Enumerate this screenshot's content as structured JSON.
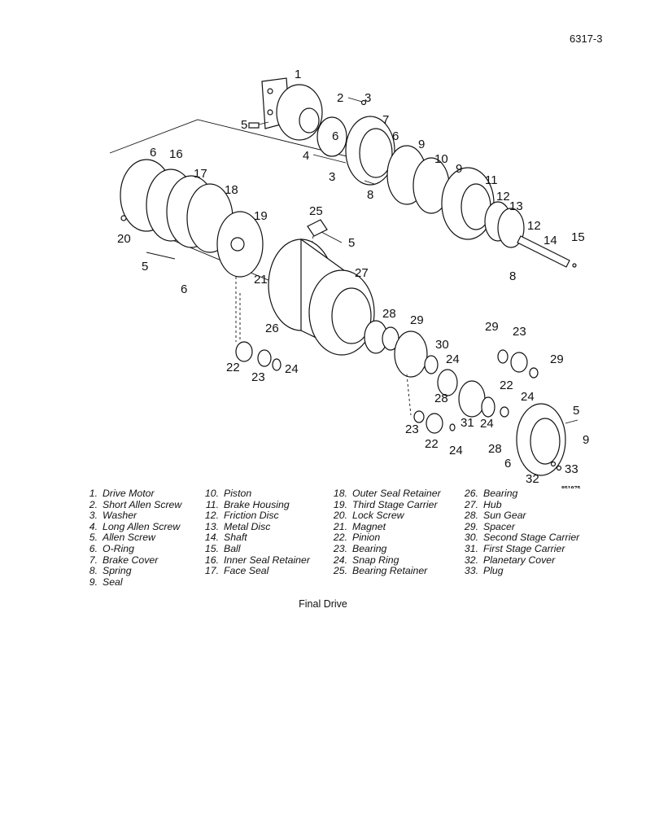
{
  "page_number": "6317-3",
  "figure_code": "851975",
  "caption": "Final Drive",
  "callouts": [
    "1",
    "2",
    "3",
    "5",
    "6",
    "7",
    "6",
    "4",
    "3",
    "8",
    "9",
    "10",
    "9",
    "11",
    "12",
    "13",
    "12",
    "14",
    "15",
    "8",
    "6",
    "16",
    "17",
    "18",
    "19",
    "20",
    "5",
    "6",
    "21",
    "25",
    "5",
    "27",
    "26",
    "28",
    "29",
    "30",
    "22",
    "23",
    "24",
    "24",
    "28",
    "29",
    "23",
    "29",
    "22",
    "24",
    "31",
    "24",
    "5",
    "23",
    "22",
    "24",
    "28",
    "9",
    "6",
    "33",
    "32"
  ],
  "legend": {
    "col1": [
      {
        "num": "1.",
        "label": "Drive Motor"
      },
      {
        "num": "2.",
        "label": "Short Allen Screw"
      },
      {
        "num": "3.",
        "label": "Washer"
      },
      {
        "num": "4.",
        "label": "Long Allen Screw"
      },
      {
        "num": "5.",
        "label": "Allen Screw"
      },
      {
        "num": "6.",
        "label": "O-Ring"
      },
      {
        "num": "7.",
        "label": "Brake Cover"
      },
      {
        "num": "8.",
        "label": "Spring"
      },
      {
        "num": "9.",
        "label": "Seal"
      }
    ],
    "col2": [
      {
        "num": "10.",
        "label": "Piston"
      },
      {
        "num": "11.",
        "label": "Brake Housing"
      },
      {
        "num": "12.",
        "label": "Friction Disc"
      },
      {
        "num": "13.",
        "label": "Metal Disc"
      },
      {
        "num": "14.",
        "label": "Shaft"
      },
      {
        "num": "15.",
        "label": "Ball"
      },
      {
        "num": "16.",
        "label": "Inner Seal Retainer"
      },
      {
        "num": "17.",
        "label": "Face Seal"
      }
    ],
    "col3": [
      {
        "num": "18.",
        "label": "Outer Seal Retainer"
      },
      {
        "num": "19.",
        "label": "Third Stage Carrier"
      },
      {
        "num": "20.",
        "label": "Lock Screw"
      },
      {
        "num": "21.",
        "label": "Magnet"
      },
      {
        "num": "22.",
        "label": "Pinion"
      },
      {
        "num": "23.",
        "label": "Bearing"
      },
      {
        "num": "24.",
        "label": "Snap Ring"
      },
      {
        "num": "25.",
        "label": "Bearing Retainer"
      }
    ],
    "col4": [
      {
        "num": "26.",
        "label": "Bearing"
      },
      {
        "num": "27.",
        "label": "Hub"
      },
      {
        "num": "28.",
        "label": "Sun Gear"
      },
      {
        "num": "29.",
        "label": "Spacer"
      },
      {
        "num": "30.",
        "label": "Second Stage Carrier"
      },
      {
        "num": "31.",
        "label": "First Stage Carrier"
      },
      {
        "num": "32.",
        "label": "Planetary Cover"
      },
      {
        "num": "33.",
        "label": "Plug"
      }
    ]
  }
}
